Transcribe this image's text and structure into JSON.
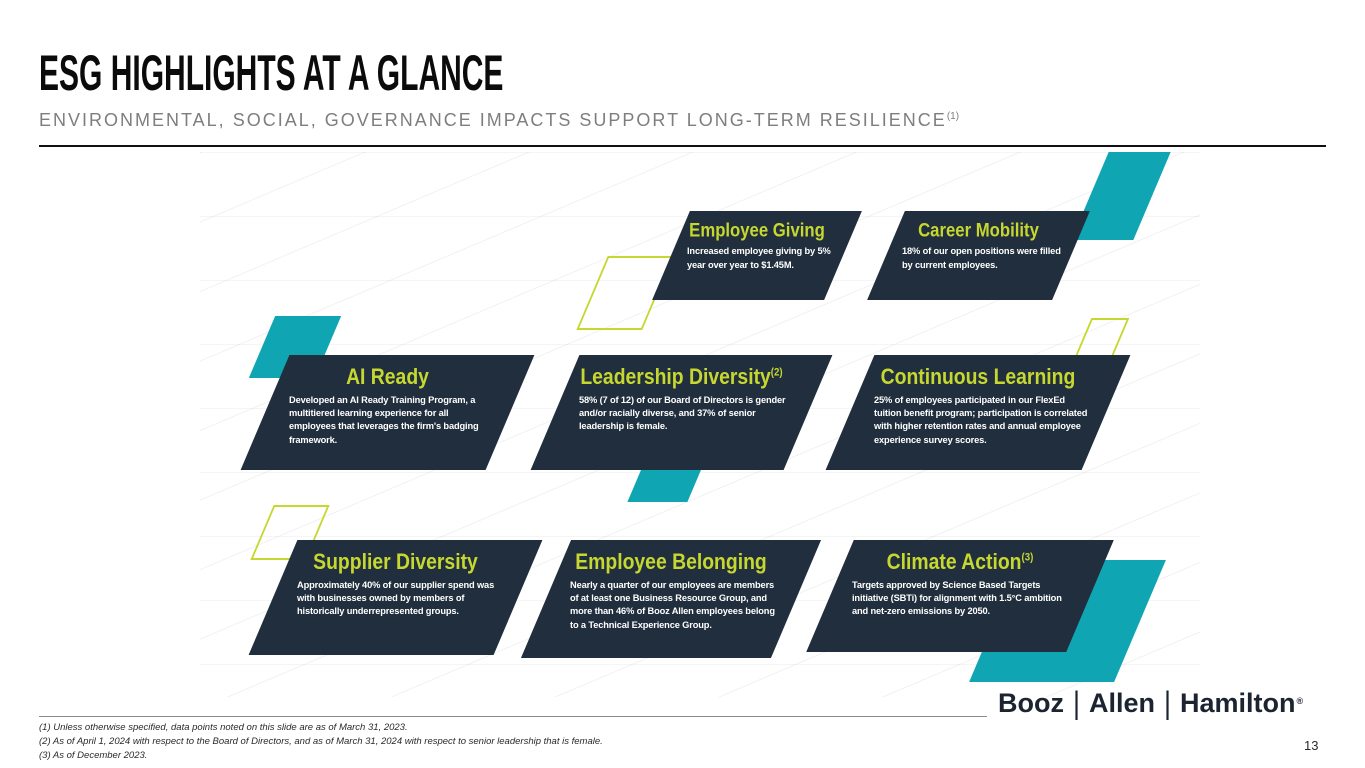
{
  "slide": {
    "title": "ESG HIGHLIGHTS AT A GLANCE",
    "subtitle": "ENVIRONMENTAL, SOCIAL, GOVERNANCE IMPACTS SUPPORT LONG-TERM RESILIENCE",
    "subtitle_superscript": "(1)",
    "page_number": "13"
  },
  "cards": [
    {
      "title": "Employee Giving",
      "superscript": "",
      "body": "Increased employee giving by 5% year over year to $1.45M."
    },
    {
      "title": "Career Mobility",
      "superscript": "",
      "body": "18% of our open positions were filled by current employees."
    },
    {
      "title": "AI Ready",
      "superscript": "",
      "body": "Developed an AI Ready Training Program, a multitiered learning experience for all employees that leverages the firm's badging framework."
    },
    {
      "title": "Leadership Diversity",
      "superscript": "(2)",
      "body": "58% (7 of 12) of our Board of Directors is gender and/or racially diverse, and 37% of senior leadership is female."
    },
    {
      "title": "Continuous Learning",
      "superscript": "",
      "body": "25% of employees participated in our FlexEd tuition benefit program; participation is correlated with higher retention rates and annual employee experience survey scores."
    },
    {
      "title": "Supplier Diversity",
      "superscript": "",
      "body": "Approximately 40% of our supplier spend was with businesses owned by members of historically underrepresented groups."
    },
    {
      "title": "Employee Belonging",
      "superscript": "",
      "body": "Nearly a quarter of our employees are members of at least one Business Resource Group, and more than 46% of Booz Allen employees belong to a Technical Experience Group."
    },
    {
      "title": "Climate Action",
      "superscript": "(3)",
      "body": "Targets approved by Science Based Targets initiative (SBTi) for alignment with 1.5°C ambition and net-zero emissions by 2050."
    }
  ],
  "footnotes": [
    "(1) Unless otherwise specified, data points noted on this slide are as of March 31, 2023.",
    "(2) As of April 1, 2024 with respect to the Board of Directors, and as of March 31, 2024 with respect to senior leadership that is female.",
    "(3) As of December 2023."
  ],
  "logo": {
    "word1": "Booz",
    "word2": "Allen",
    "word3": "Hamilton",
    "separator": "|",
    "registered": "®"
  },
  "colors": {
    "card_navy": "#212e3d",
    "accent_lime": "#c6d830",
    "accent_teal": "#10a5b2",
    "subtitle_gray": "#7e7e7e"
  }
}
